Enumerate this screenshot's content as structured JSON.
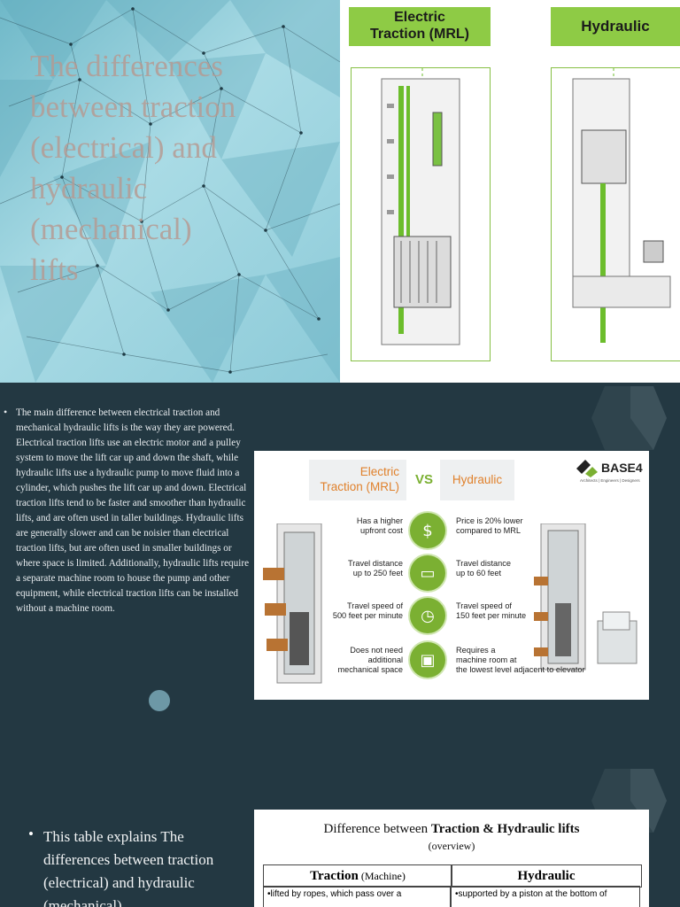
{
  "slide1": {
    "title": "The differences between traction (electrical) and hydraulic (mechanical) lifts",
    "electric_label_line1": "Electric",
    "electric_label_line2": "Traction (MRL)",
    "hydraulic_label": "Hydraulic"
  },
  "slide2": {
    "bullet_text": "The main difference between electrical traction and mechanical hydraulic lifts is the way they are powered. Electrical traction lifts use an electric motor and a pulley system to move the lift car up and down the shaft, while hydraulic lifts use a hydraulic pump to move fluid into a cylinder, which pushes the lift car up and down. Electrical traction lifts tend to be faster and smoother than hydraulic lifts, and are often used in taller buildings. Hydraulic lifts are generally slower and can be noisier than electrical traction lifts, but are often used in smaller buildings or where space is limited. Additionally, hydraulic lifts require a separate machine room to house the pump and other equipment, while electrical traction lifts can be installed without a machine room.",
    "infographic": {
      "electric_line1": "Electric",
      "electric_line2": "Traction (MRL)",
      "vs": "VS",
      "hydraulic": "Hydraulic",
      "brand": "BASE4",
      "brand_tag": "Architects | Engineers | Designers",
      "rows": [
        {
          "left_1": "Has a higher",
          "left_2": "upfront cost",
          "right_1": "Price is 20% lower",
          "right_2": "compared to MRL",
          "icon": "dollar-icon"
        },
        {
          "left_1": "Travel distance",
          "left_2": "up to 250 feet",
          "right_1": "Travel distance",
          "right_2": "up to 60 feet",
          "icon": "tape-measure-icon"
        },
        {
          "left_1": "Travel speed of",
          "left_2": "500 feet per minute",
          "right_1": "Travel speed of",
          "right_2": "150 feet per minute",
          "icon": "stopwatch-icon"
        },
        {
          "left_1": "Does not need",
          "left_2": "additional",
          "left_3": "mechanical space",
          "right_1": "Requires a",
          "right_2": "machine room at",
          "right_3": "the lowest level adjacent to elevator",
          "icon": "machine-room-icon"
        }
      ]
    }
  },
  "slide3": {
    "bullet_text": "This table explains The differences between traction (electrical) and hydraulic (mechanical)",
    "table_title_prefix": "Difference between ",
    "table_title_bold": "Traction & Hydraulic lifts",
    "table_subtitle": "(overview)",
    "col1_bold": "Traction",
    "col1_suffix": " (Machine)",
    "col2": "Hydraulic",
    "cell1": "•lifted by ropes, which pass over a",
    "cell2": "•supported by a piston at the bottom of"
  }
}
